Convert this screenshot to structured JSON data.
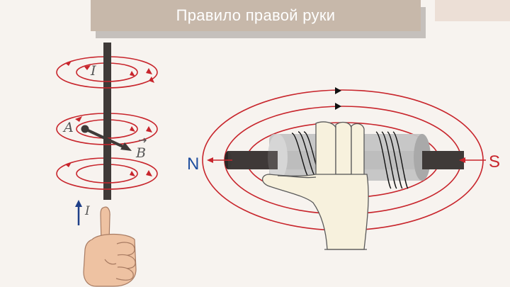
{
  "title": "Правило правой руки",
  "left_figure": {
    "current_label_top": "I",
    "point_label": "A",
    "field_label": "B",
    "current_label_arrow": "I"
  },
  "right_figure": {
    "north_label": "N",
    "south_label": "S"
  },
  "colors": {
    "field_line": "#c8252c",
    "conductor": "#3f3a38",
    "title_bg": "#c7b8aa",
    "coil_cylinder": "#bfbfbf",
    "skin": "#eec2a2",
    "glove": "#f7f1dd",
    "north_color": "#1f4e9e",
    "south_color": "#c8252c"
  }
}
